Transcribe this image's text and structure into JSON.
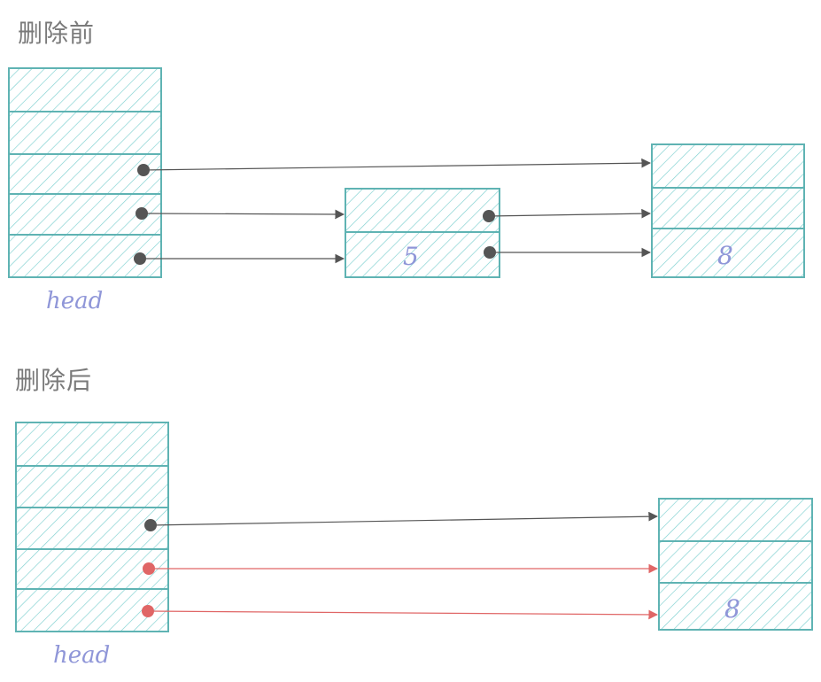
{
  "sections": {
    "before": {
      "title": "删除前",
      "head_label": "head",
      "node_5_value": "5",
      "node_8_value": "8"
    },
    "after": {
      "title": "删除后",
      "head_label": "head",
      "node_8_value": "8"
    }
  },
  "colors": {
    "node_stroke": "#5fb3b3",
    "node_hatch": "#7ccfcf",
    "arrow_default": "#555555",
    "arrow_changed": "#e06666",
    "label": "#8f96d8",
    "title": "#7a7a7a"
  }
}
